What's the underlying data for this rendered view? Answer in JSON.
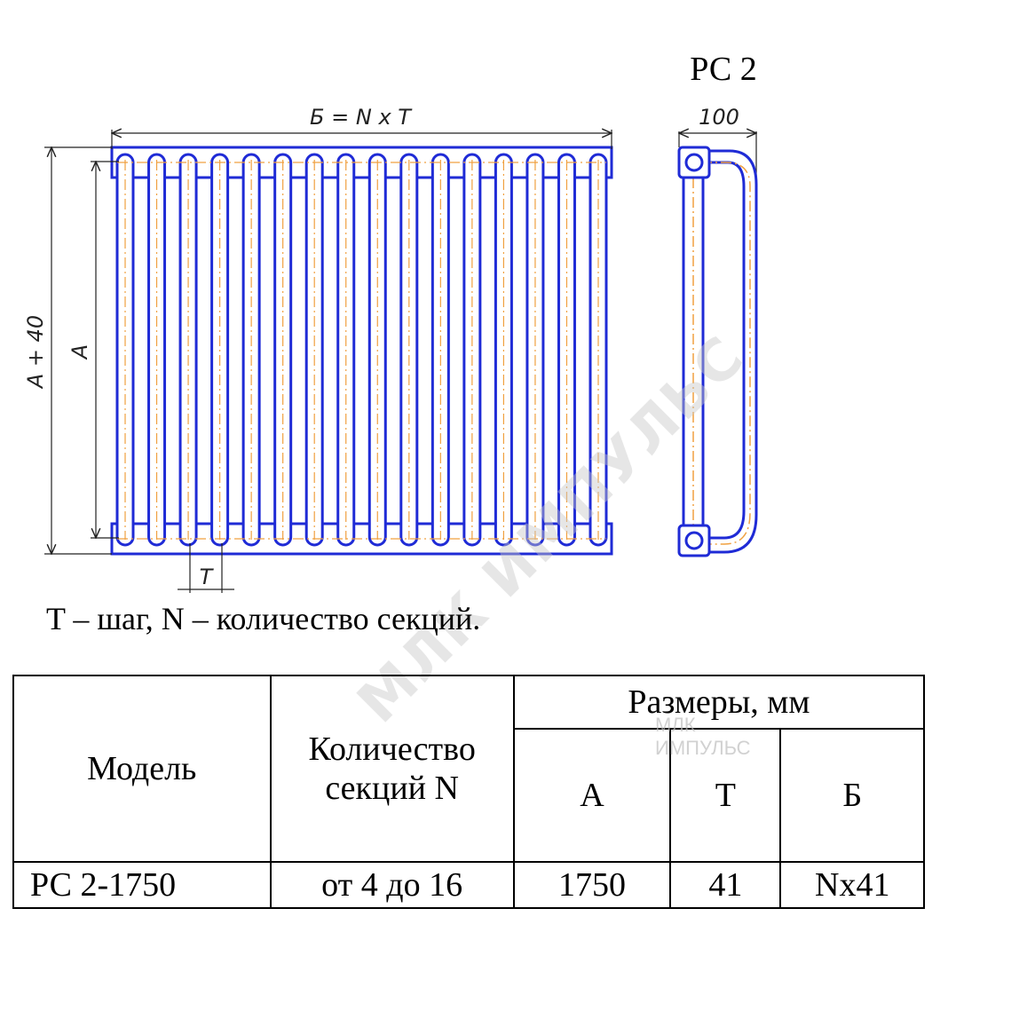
{
  "drawing": {
    "view_title": "РС 2",
    "dim_width": "Б = N x T",
    "dim_height_total": "A + 40",
    "dim_height": "A",
    "dim_step": "T",
    "dim_depth": "100",
    "section_count_drawn": 16,
    "colors": {
      "outline": "#1f2bd6",
      "axis": "#f0a040",
      "dims": "#222222"
    }
  },
  "note": "T – шаг, N – количество секций.",
  "table": {
    "headers": {
      "model": "Модель",
      "count": "Количество секций N",
      "sizes": "Размеры, мм",
      "a": "A",
      "t": "T",
      "b": "Б"
    },
    "rows": [
      {
        "model": "РС 2-1750",
        "count": "от 4 до 16",
        "a": "1750",
        "t": "41",
        "b": "Nx41"
      }
    ]
  },
  "watermark": {
    "text": "МЛК ИМПУЛЬС",
    "line1": "МЛК",
    "line2": "ИМПУЛЬС"
  }
}
